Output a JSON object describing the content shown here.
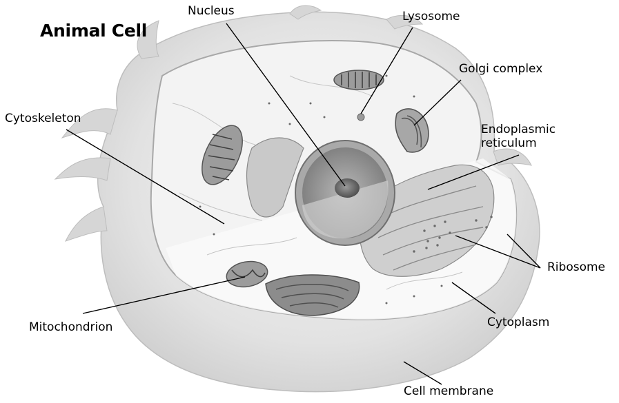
{
  "title": "Animal Cell",
  "labels": {
    "nucleus": "Nucleus",
    "lysosome": "Lysosome",
    "golgi": "Golgi complex",
    "er_line1": "Endoplasmic",
    "er_line2": "reticulum",
    "cytoskeleton": "Cytoskeleton",
    "ribosome": "Ribosome",
    "mitochondrion": "Mitochondrion",
    "cytoplasm": "Cytoplasm",
    "cell_membrane": "Cell membrane"
  },
  "colors": {
    "membrane": "#e4e4e4",
    "cytoplasm": "#f2f2f2",
    "nucleus": "#9a9a9a",
    "organelle": "#707070",
    "leader_line": "#000000"
  }
}
